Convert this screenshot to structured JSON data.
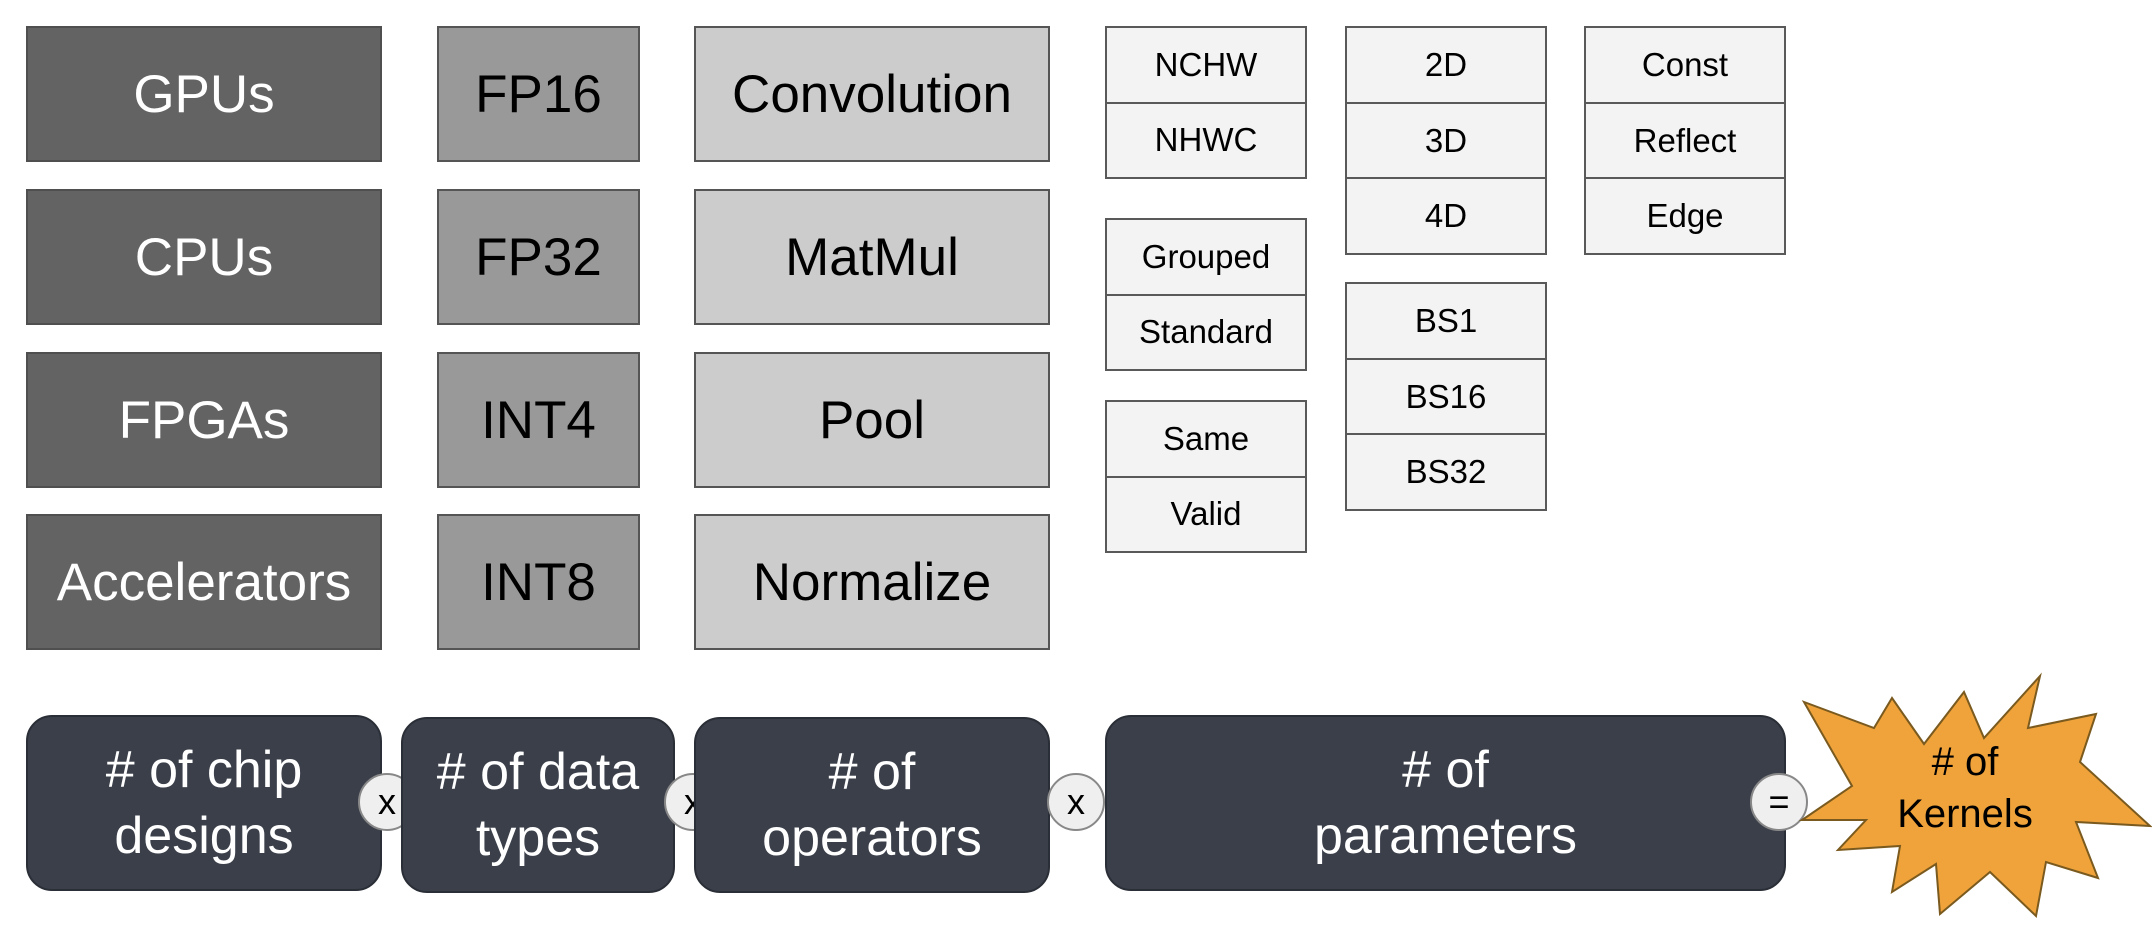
{
  "chip_designs": [
    "GPUs",
    "CPUs",
    "FPGAs",
    "Accelerators"
  ],
  "data_types": [
    "FP16",
    "FP32",
    "INT4",
    "INT8"
  ],
  "operators": [
    "Convolution",
    "MatMul",
    "Pool",
    "Normalize"
  ],
  "parameters": {
    "layout": [
      "NCHW",
      "NHWC"
    ],
    "conv_type": [
      "Grouped",
      "Standard"
    ],
    "padding_mode": [
      "Same",
      "Valid"
    ],
    "dims": [
      "2D",
      "3D",
      "4D"
    ],
    "batch_size": [
      "BS1",
      "BS16",
      "BS32"
    ],
    "pad_type": [
      "Const",
      "Reflect",
      "Edge"
    ]
  },
  "summary": {
    "chip_line1": "# of chip",
    "chip_line2": "designs",
    "dtype_line1": "# of data",
    "dtype_line2": "types",
    "op_line1": "# of",
    "op_line2": "operators",
    "param_line1": "# of",
    "param_line2": "parameters",
    "multiply": "x",
    "equals": "=",
    "result_line1": "# of",
    "result_line2": "Kernels"
  },
  "colors": {
    "chip": "#636363",
    "dtype": "#999999",
    "operator": "#cccccc",
    "param": "#f3f3f3",
    "summary": "#3a3f4a",
    "starburst": "#f0a33b"
  }
}
